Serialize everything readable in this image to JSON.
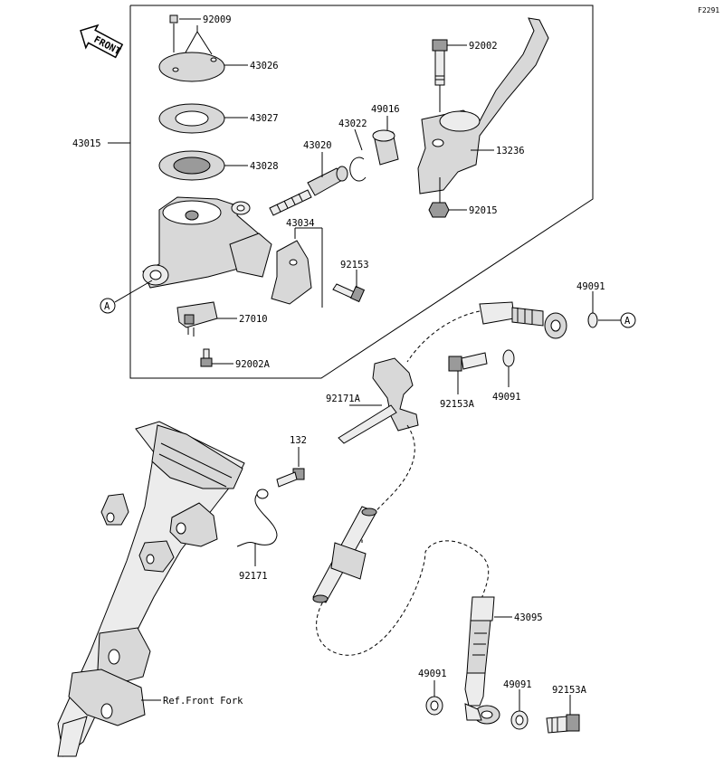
{
  "figure_code": "F2291",
  "front_marker": "FRONT",
  "reference_marker": "A",
  "ref_text": "Ref.Front Fork",
  "labels": {
    "p92009": "92009",
    "p43026": "43026",
    "p43027": "43027",
    "p43028": "43028",
    "p43015": "43015",
    "p43022": "43022",
    "p49016": "49016",
    "p43020": "43020",
    "p43034": "43034",
    "p92153": "92153",
    "p27010": "27010",
    "p92002A": "92002A",
    "p92002": "92002",
    "p13236": "13236",
    "p92015": "92015",
    "p49091_top": "49091",
    "p92153A_mid": "92153A",
    "p49091_mid": "49091",
    "p92171A": "92171A",
    "p132": "132",
    "p92171": "92171",
    "p43095": "43095",
    "p49091_bl": "49091",
    "p49091_br": "49091",
    "p92153A_bot": "92153A"
  }
}
